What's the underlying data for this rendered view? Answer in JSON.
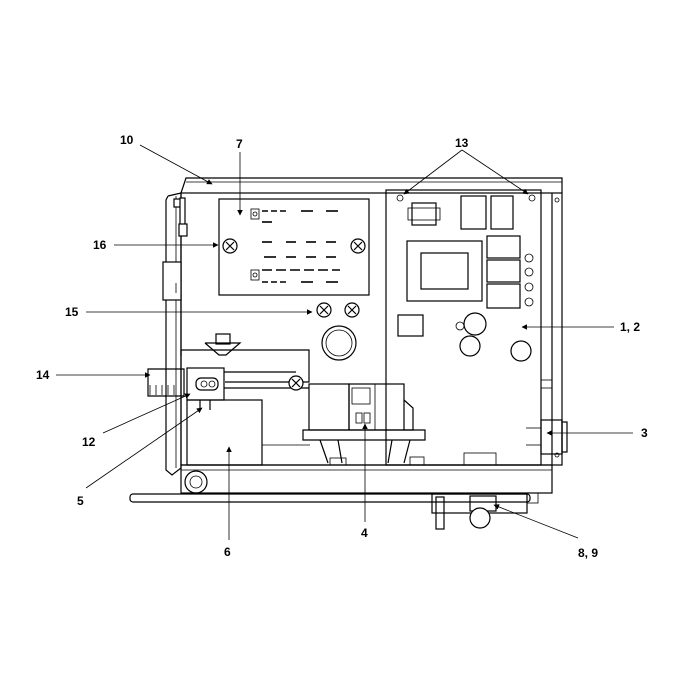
{
  "callouts": {
    "c10": "10",
    "c7": "7",
    "c13": "13",
    "c16": "16",
    "c15": "15",
    "c12_": "1, 2",
    "c14": "14",
    "c12": "12",
    "c5": "5",
    "c6": "6",
    "c4": "4",
    "c3": "3",
    "c89": "8, 9"
  }
}
